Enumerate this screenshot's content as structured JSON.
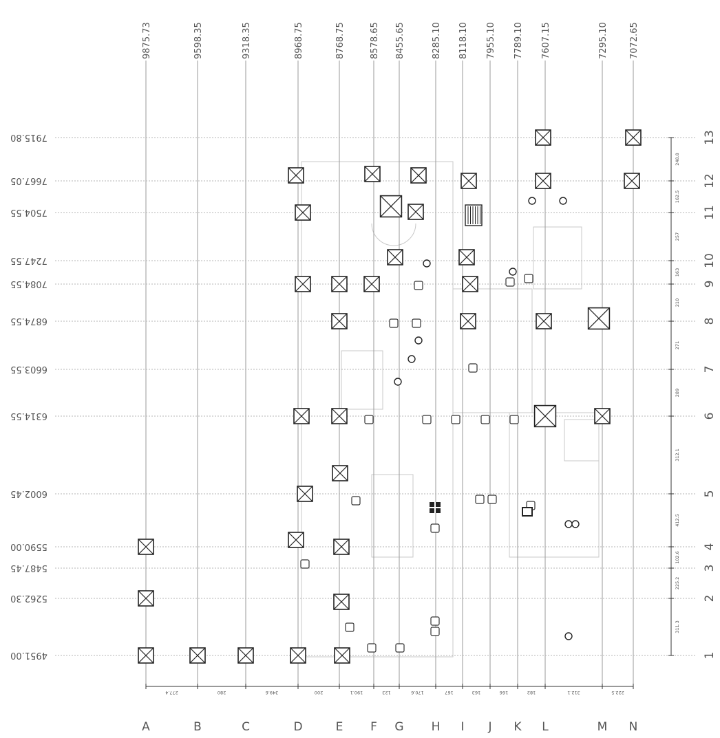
{
  "grid": {
    "x_axis": [
      {
        "letter": "A",
        "coord": "9875.73"
      },
      {
        "letter": "B",
        "coord": "9598.35"
      },
      {
        "letter": "C",
        "coord": "9318.35"
      },
      {
        "letter": "D",
        "coord": "8968.75"
      },
      {
        "letter": "E",
        "coord": "8768.75"
      },
      {
        "letter": "F",
        "coord": "8578.65"
      },
      {
        "letter": "G",
        "coord": "8455.65"
      },
      {
        "letter": "H",
        "coord": "8285.10"
      },
      {
        "letter": "I",
        "coord": "8118.10"
      },
      {
        "letter": "J",
        "coord": "7955.10"
      },
      {
        "letter": "K",
        "coord": "7789.10"
      },
      {
        "letter": "L",
        "coord": "7607.15"
      },
      {
        "letter": "M",
        "coord": "7295.10"
      },
      {
        "letter": "N",
        "coord": "7072.65"
      }
    ],
    "y_axis": [
      {
        "number": "1",
        "coord": "4951.00"
      },
      {
        "number": "2",
        "coord": "5262.30"
      },
      {
        "number": "3",
        "coord": "5487.45"
      },
      {
        "number": "4",
        "coord": "5590.00"
      },
      {
        "number": "5",
        "coord": "6002.45"
      },
      {
        "number": "6",
        "coord": "6314.55"
      },
      {
        "number": "7",
        "coord": "6603.55"
      },
      {
        "number": "8",
        "coord": "6874.55"
      },
      {
        "number": "9",
        "coord": "7084.55"
      },
      {
        "number": "10",
        "coord": "7247.55"
      },
      {
        "number": "11",
        "coord": "7504.55"
      },
      {
        "number": "12",
        "coord": "7667.05"
      },
      {
        "number": "13",
        "coord": "7915.80"
      }
    ],
    "x_spacings": [
      "277.4",
      "280",
      "349.6",
      "200",
      "190.1",
      "123",
      "170.6",
      "167",
      "163",
      "166",
      "182",
      "312.1",
      "222.5"
    ],
    "y_spacings": [
      "311.3",
      "225.2",
      "102.6",
      "412.5",
      "312.1",
      "289",
      "271",
      "210",
      "163",
      "257",
      "162.5",
      "248.8"
    ]
  }
}
